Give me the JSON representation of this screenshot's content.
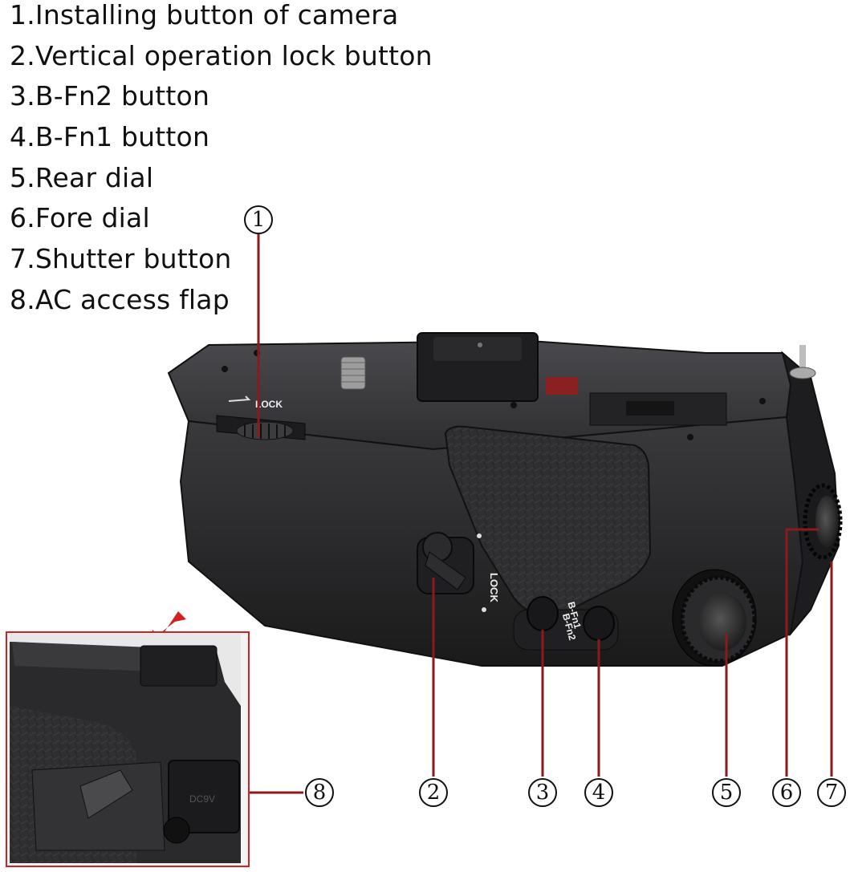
{
  "legend": {
    "items": [
      "1.Installing button of camera",
      "2.Vertical operation lock button",
      "3.B-Fn2 button",
      "4.B-Fn1 button",
      "5.Rear dial",
      "6.Fore dial",
      "7.Shutter button",
      "8.AC access flap"
    ]
  },
  "callouts": [
    "1",
    "2",
    "3",
    "4",
    "5",
    "6",
    "7",
    "8"
  ],
  "grip_labels": {
    "lock_top": "LOCK",
    "lock_side": "LOCK",
    "bfn1": "B-Fn1",
    "bfn2": "B-Fn2",
    "dc_port": "DC9V"
  },
  "colors": {
    "callout_line": "#8b1a1a",
    "inset_border": "#d42020",
    "arrow": "#d42020",
    "grip_body": "#2b2b2d"
  }
}
